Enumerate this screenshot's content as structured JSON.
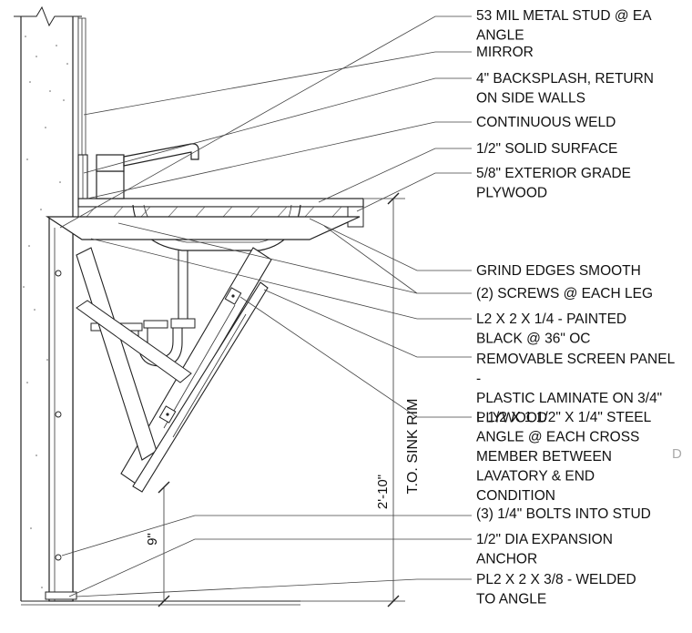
{
  "labels": [
    {
      "lines": [
        "53 MIL METAL STUD @ EA",
        "ANGLE"
      ]
    },
    {
      "lines": [
        "MIRROR"
      ]
    },
    {
      "lines": [
        "4\" BACKSPLASH, RETURN",
        "ON SIDE WALLS"
      ]
    },
    {
      "lines": [
        "CONTINUOUS WELD"
      ]
    },
    {
      "lines": [
        "1/2\" SOLID SURFACE"
      ]
    },
    {
      "lines": [
        "5/8\" EXTERIOR GRADE",
        "PLYWOOD"
      ]
    },
    {
      "lines": [
        "GRIND EDGES SMOOTH"
      ]
    },
    {
      "lines": [
        "(2) SCREWS @ EACH LEG"
      ]
    },
    {
      "lines": [
        "L2 X 2 X 1/4 - PAINTED",
        "BLACK @ 36\" OC"
      ]
    },
    {
      "lines": [
        "REMOVABLE SCREEN PANEL",
        "-",
        "PLASTIC LAMINATE ON 3/4\"",
        "PLYWOOD"
      ]
    },
    {
      "lines": [
        "L 1/2 X 1 1/2\" X 1/4\" STEEL",
        "ANGLE @ EACH CROSS",
        "MEMBER BETWEEN",
        "LAVATORY & END",
        "CONDITION"
      ]
    },
    {
      "lines": [
        "(3) 1/4\" BOLTS INTO STUD"
      ]
    },
    {
      "lines": [
        "1/2\" DIA EXPANSION",
        "ANCHOR"
      ]
    },
    {
      "lines": [
        "PL2 X 2 X 3/8 - WELDED",
        "TO ANGLE"
      ]
    }
  ],
  "dimensions": {
    "rim_height": "2'-10\"",
    "rim_label": "T.O. SINK RIM",
    "bottom_offset": "9\""
  },
  "edge_mark": "D"
}
